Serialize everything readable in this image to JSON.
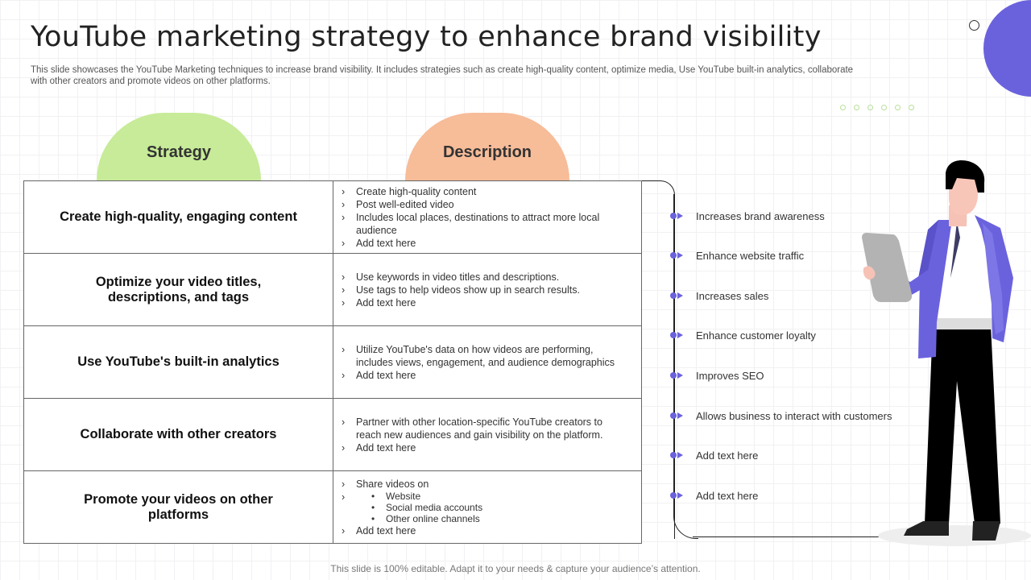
{
  "slide": {
    "title": "YouTube marketing strategy to enhance brand visibility",
    "subtitle": "This slide showcases the YouTube Marketing techniques to increase brand visibility. It includes strategies such as create high-quality content, optimize media, Use YouTube built-in analytics, collaborate with other creators and promote videos on other platforms.",
    "footer": "This slide is 100% editable. Adapt it to your needs & capture your audience’s attention."
  },
  "headers": {
    "strategy": "Strategy",
    "description": "Description"
  },
  "rows": [
    {
      "strategy": "Create high-quality, engaging content",
      "points": [
        "Create high-quality content",
        "Post well-edited video",
        "Includes local places, destinations to attract more local audience",
        "Add text here"
      ]
    },
    {
      "strategy": "Optimize your video titles, descriptions, and tags",
      "points": [
        "Use keywords in video titles and descriptions.",
        "Use tags to help videos show up in search results.",
        "Add text here"
      ]
    },
    {
      "strategy": "Use YouTube's built-in analytics",
      "points": [
        "Utilize YouTube's data on how videos are performing, includes views, engagement, and audience demographics",
        "Add text here"
      ]
    },
    {
      "strategy": "Collaborate with other creators",
      "points": [
        "Partner with other location-specific YouTube creators to reach new audiences and gain visibility on the platform.",
        "Add text here"
      ]
    },
    {
      "strategy": "Promote your videos on other platforms",
      "points": [
        "Share videos on",
        "Add text here"
      ],
      "subpoints": [
        "Website",
        "Social media accounts",
        "Other online channels"
      ]
    }
  ],
  "benefits": [
    "Increases brand awareness",
    "Enhance website traffic",
    "Increases sales",
    "Enhance customer loyalty",
    "Improves SEO",
    "Allows business to interact with customers",
    "Add text here",
    "Add text here"
  ],
  "colors": {
    "accent": "#6a62dd",
    "strategy_header": "#c7eb98",
    "description_header": "#f7bc98"
  },
  "illustration": "businessman-holding-tablet"
}
